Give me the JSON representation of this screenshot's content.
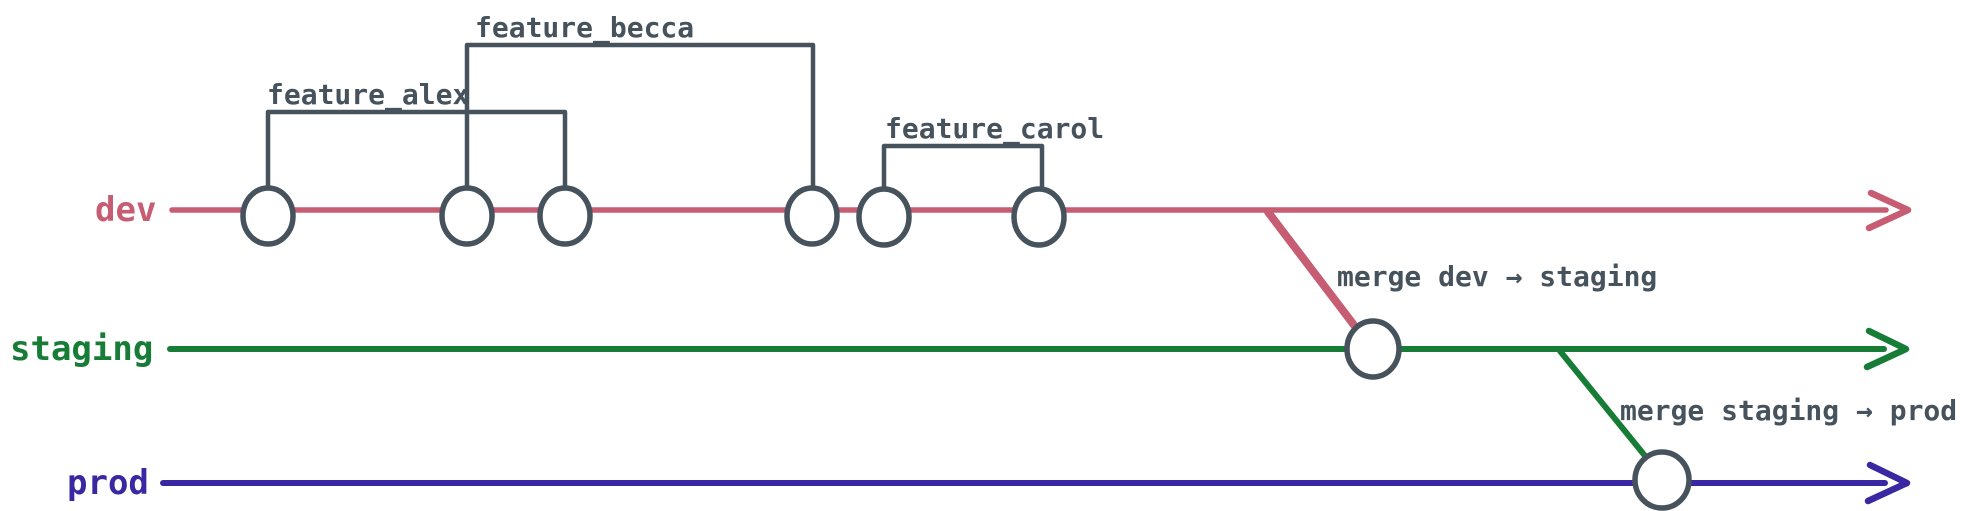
{
  "colors": {
    "ink": "#46525c",
    "dev": "#c65d73",
    "staging": "#177d36",
    "prod": "#3a28a2"
  },
  "branches": {
    "dev": {
      "label": "dev"
    },
    "staging": {
      "label": "staging"
    },
    "prod": {
      "label": "prod"
    }
  },
  "features": {
    "alex": {
      "label": "feature_alex"
    },
    "becca": {
      "label": "feature_becca"
    },
    "carol": {
      "label": "feature_carol"
    }
  },
  "merges": {
    "dev_to_staging": {
      "label": "merge dev → staging"
    },
    "staging_to_prod": {
      "label": "merge staging → prod"
    }
  }
}
